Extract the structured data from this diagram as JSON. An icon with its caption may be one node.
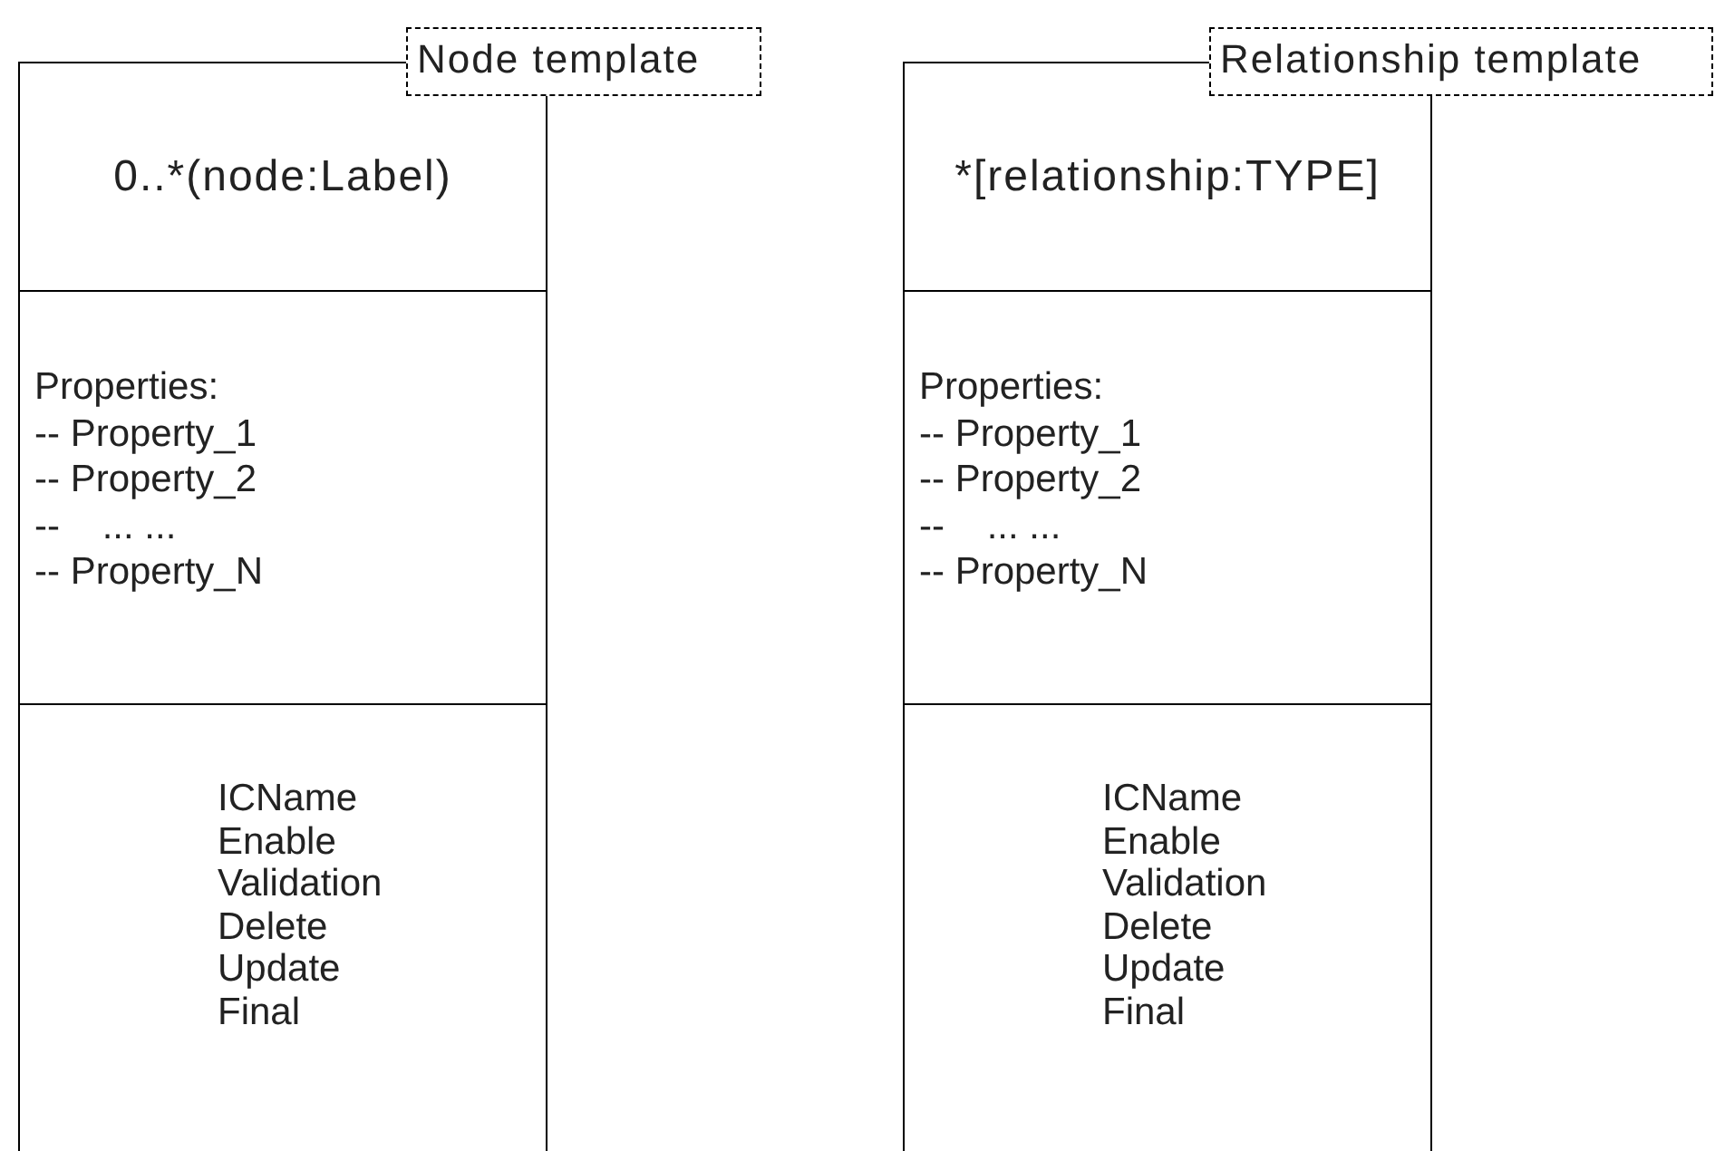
{
  "diagram": {
    "nodes": [
      {
        "text": [
          "Node template"
        ]
      },
      {
        "text": [
          "0..*(node:Label)"
        ],
        "in": 0
      },
      {
        "text": [
          "Properties:",
          "-- Property_1",
          "-- Property_2",
          "--    ... ...",
          "-- Property_N"
        ],
        "in": 0
      },
      {
        "text": [
          "ICName",
          "Enable",
          "Validation",
          "Delete",
          "Update",
          "Final"
        ],
        "in": 0
      },
      {
        "text": [
          "Relationship template"
        ]
      },
      {
        "text": [
          "*[relationship:TYPE]"
        ],
        "in": 4
      },
      {
        "text": [
          "Properties:",
          "-- Property_1",
          "-- Property_2",
          "--    ... ...",
          "-- Property_N"
        ],
        "in": 4
      },
      {
        "text": [
          "ICName",
          "Enable",
          "Validation",
          "Delete",
          "Update",
          "Final"
        ],
        "in": 4
      }
    ]
  }
}
